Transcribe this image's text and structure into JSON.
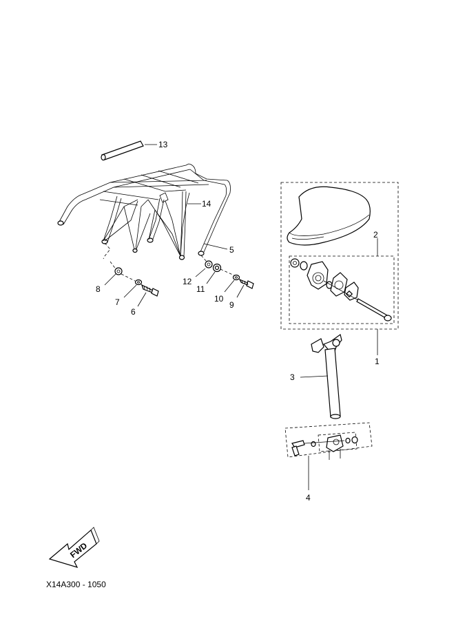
{
  "callouts": {
    "c1": "1",
    "c2": "2",
    "c3": "3",
    "c4": "4",
    "c5": "5",
    "c6": "6",
    "c7": "7",
    "c8": "8",
    "c9": "9",
    "c10": "10",
    "c11": "11",
    "c12": "12",
    "c13": "13",
    "c14": "14"
  },
  "fwd_label": "FWD",
  "diagram_code": "X14A300 - 1050"
}
